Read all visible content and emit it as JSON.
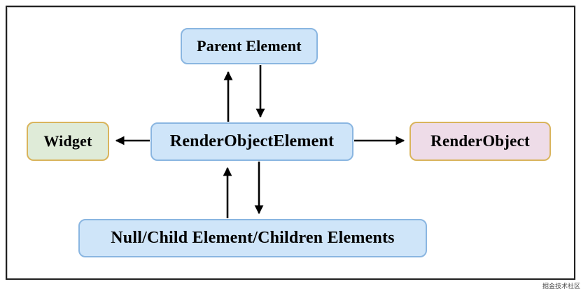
{
  "diagram": {
    "nodes": {
      "parent": {
        "label": "Parent Element"
      },
      "center": {
        "label": "RenderObjectElement"
      },
      "widget": {
        "label": "Widget"
      },
      "render_object": {
        "label": "RenderObject"
      },
      "children": {
        "label": "Null/Child Element/Children Elements"
      }
    },
    "edges": [
      {
        "from": "center",
        "to": "parent",
        "direction": "up"
      },
      {
        "from": "parent",
        "to": "center",
        "direction": "down"
      },
      {
        "from": "center",
        "to": "widget",
        "direction": "left"
      },
      {
        "from": "center",
        "to": "render_object",
        "direction": "right"
      },
      {
        "from": "children",
        "to": "center",
        "direction": "up"
      },
      {
        "from": "center",
        "to": "children",
        "direction": "down"
      }
    ],
    "colors": {
      "background": "#ffffff",
      "frame_border": "#1f1f1f",
      "blue_fill": "#cfe5f9",
      "blue_border": "#8ab6e1",
      "green_fill": "#dfebd8",
      "pink_fill": "#eedce8",
      "gold_border": "#d9b45c",
      "arrow": "#000000"
    },
    "watermark": "掘金技术社区"
  }
}
